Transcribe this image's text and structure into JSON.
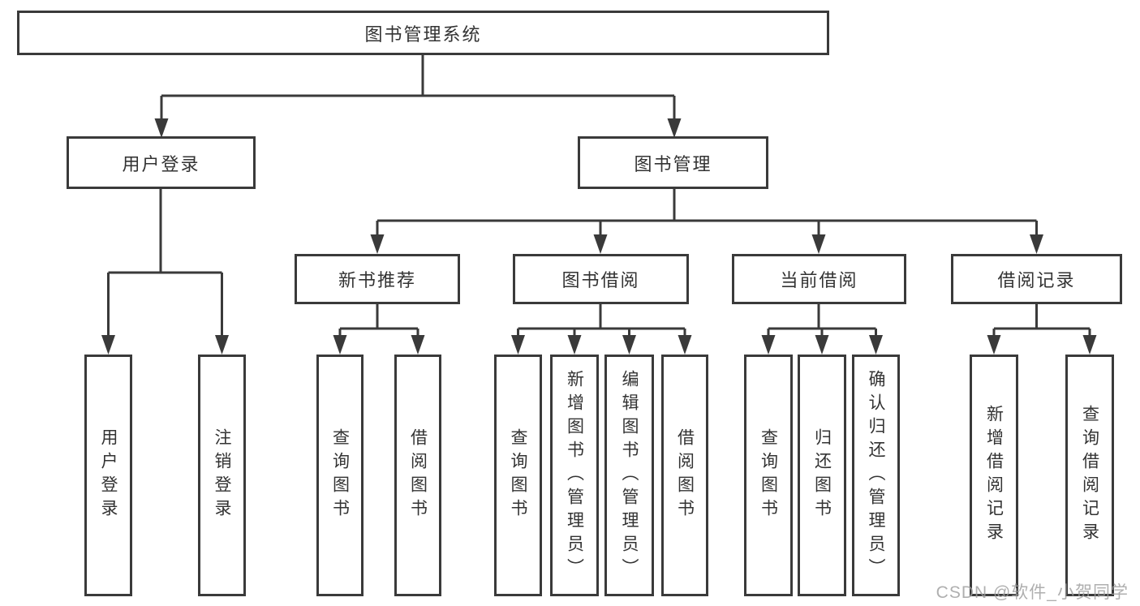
{
  "diagram_title": "图书管理系统",
  "tree": {
    "root": "图书管理系统",
    "branches": [
      {
        "label": "用户登录",
        "children": [
          "用户登录",
          "注销登录"
        ]
      },
      {
        "label": "图书管理",
        "children": [
          {
            "label": "新书推荐",
            "children": [
              "查询图书",
              "借阅图书"
            ]
          },
          {
            "label": "图书借阅",
            "children": [
              "查询图书",
              "新增图书（管理员）",
              "编辑图书（管理员）",
              "借阅图书"
            ]
          },
          {
            "label": "当前借阅",
            "children": [
              "查询图书",
              "归还图书",
              "确认归还（管理员）"
            ]
          },
          {
            "label": "借阅记录",
            "children": [
              "新增借阅记录",
              "查询借阅记录"
            ]
          }
        ]
      }
    ]
  },
  "watermark": {
    "text": "CSDN @软件_小贺同学"
  },
  "colors": {
    "line": "#3a3a3a",
    "box_border": "#3a3a3a",
    "box_fill": "#ffffff",
    "text": "#333333",
    "watermark": "#9e9e9e"
  }
}
